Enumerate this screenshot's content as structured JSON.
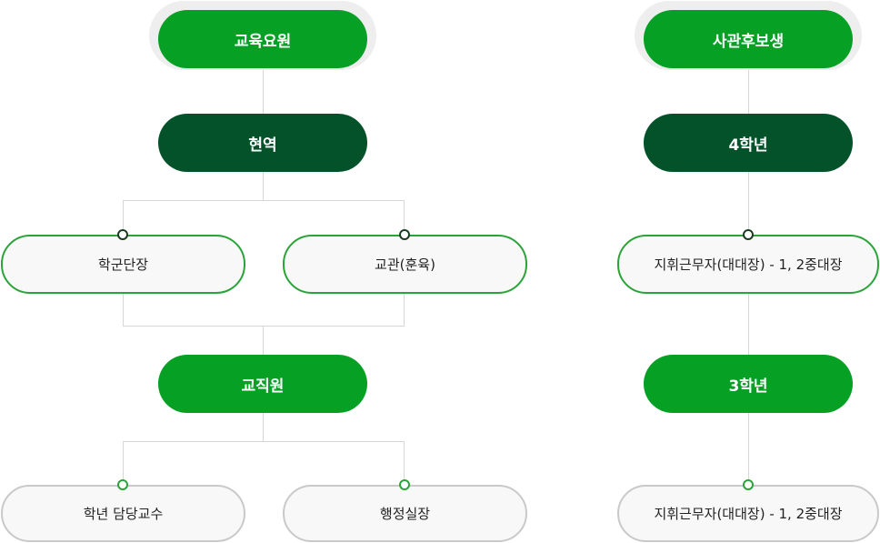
{
  "left": {
    "root": "교육요원",
    "active": "현역",
    "branch_a": "학군단장",
    "branch_b": "교관(훈육)",
    "staff": "교직원",
    "leaf_a": "학년 담당교수",
    "leaf_b": "행정실장"
  },
  "right": {
    "root": "사관후보생",
    "grade4": "4학년",
    "role4": "지휘근무자(대대장) - 1, 2중대장",
    "grade3": "3학년",
    "role3": "지휘근무자(대대장) - 1, 2중대장"
  },
  "colors": {
    "green": "#05a024",
    "dark_green": "#04522a",
    "halo": "#eeeeee",
    "connector": "#d6d6d6"
  }
}
